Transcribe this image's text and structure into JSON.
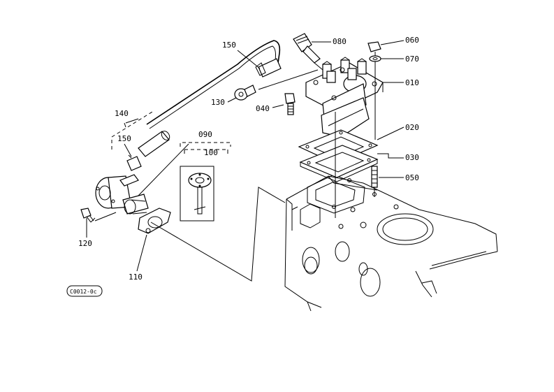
{
  "diagram": {
    "callouts": [
      {
        "id": "c010",
        "label": "010"
      },
      {
        "id": "c020",
        "label": "020"
      },
      {
        "id": "c030",
        "label": "030"
      },
      {
        "id": "c040",
        "label": "040"
      },
      {
        "id": "c050",
        "label": "050"
      },
      {
        "id": "c060",
        "label": "060"
      },
      {
        "id": "c070",
        "label": "070"
      },
      {
        "id": "c080",
        "label": "080"
      },
      {
        "id": "c090",
        "label": "090"
      },
      {
        "id": "c100",
        "label": "100"
      },
      {
        "id": "c110",
        "label": "110"
      },
      {
        "id": "c120",
        "label": "120"
      },
      {
        "id": "c130",
        "label": "130"
      },
      {
        "id": "c140",
        "label": "140"
      },
      {
        "id": "c150a",
        "label": "150"
      },
      {
        "id": "c150b",
        "label": "150"
      }
    ],
    "figure_code": "C0012-0c"
  }
}
